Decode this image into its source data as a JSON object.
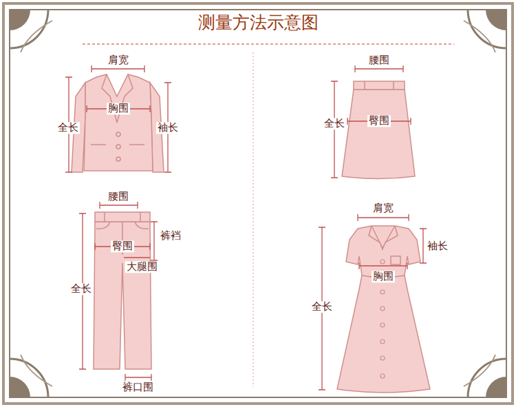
{
  "diagram": {
    "title": "测量方法示意图",
    "labels": [
      "肩宽",
      "腰围",
      "胸围",
      "袖长",
      "全长",
      "全长",
      "臀围",
      "腰围",
      "裤裆",
      "臀围",
      "大腿围",
      "全长",
      "肩宽",
      "袖长",
      "胸围",
      "全长",
      "裤口围"
    ]
  }
}
